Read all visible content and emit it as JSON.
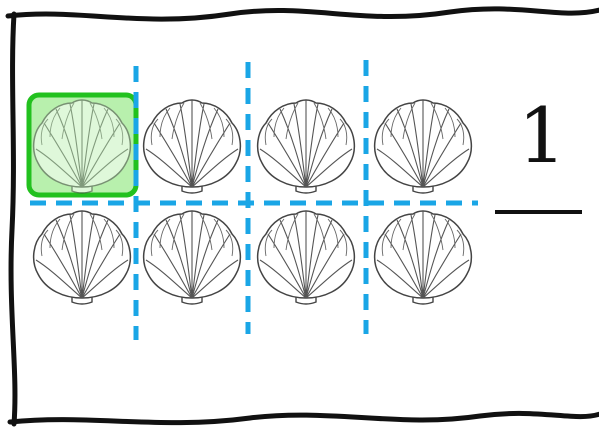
{
  "diagram": {
    "rows": 2,
    "columns": 4,
    "item_icon": "scallop-shell-icon",
    "highlighted_cells": [
      [
        0,
        0
      ]
    ],
    "colors": {
      "border": "#111111",
      "divider": "#1aa6e6",
      "highlight_fill": "#b8f0ad",
      "highlight_stroke": "#22c11e",
      "shell_stroke": "#444444"
    }
  },
  "fraction": {
    "numerator": "1",
    "denominator": ""
  }
}
